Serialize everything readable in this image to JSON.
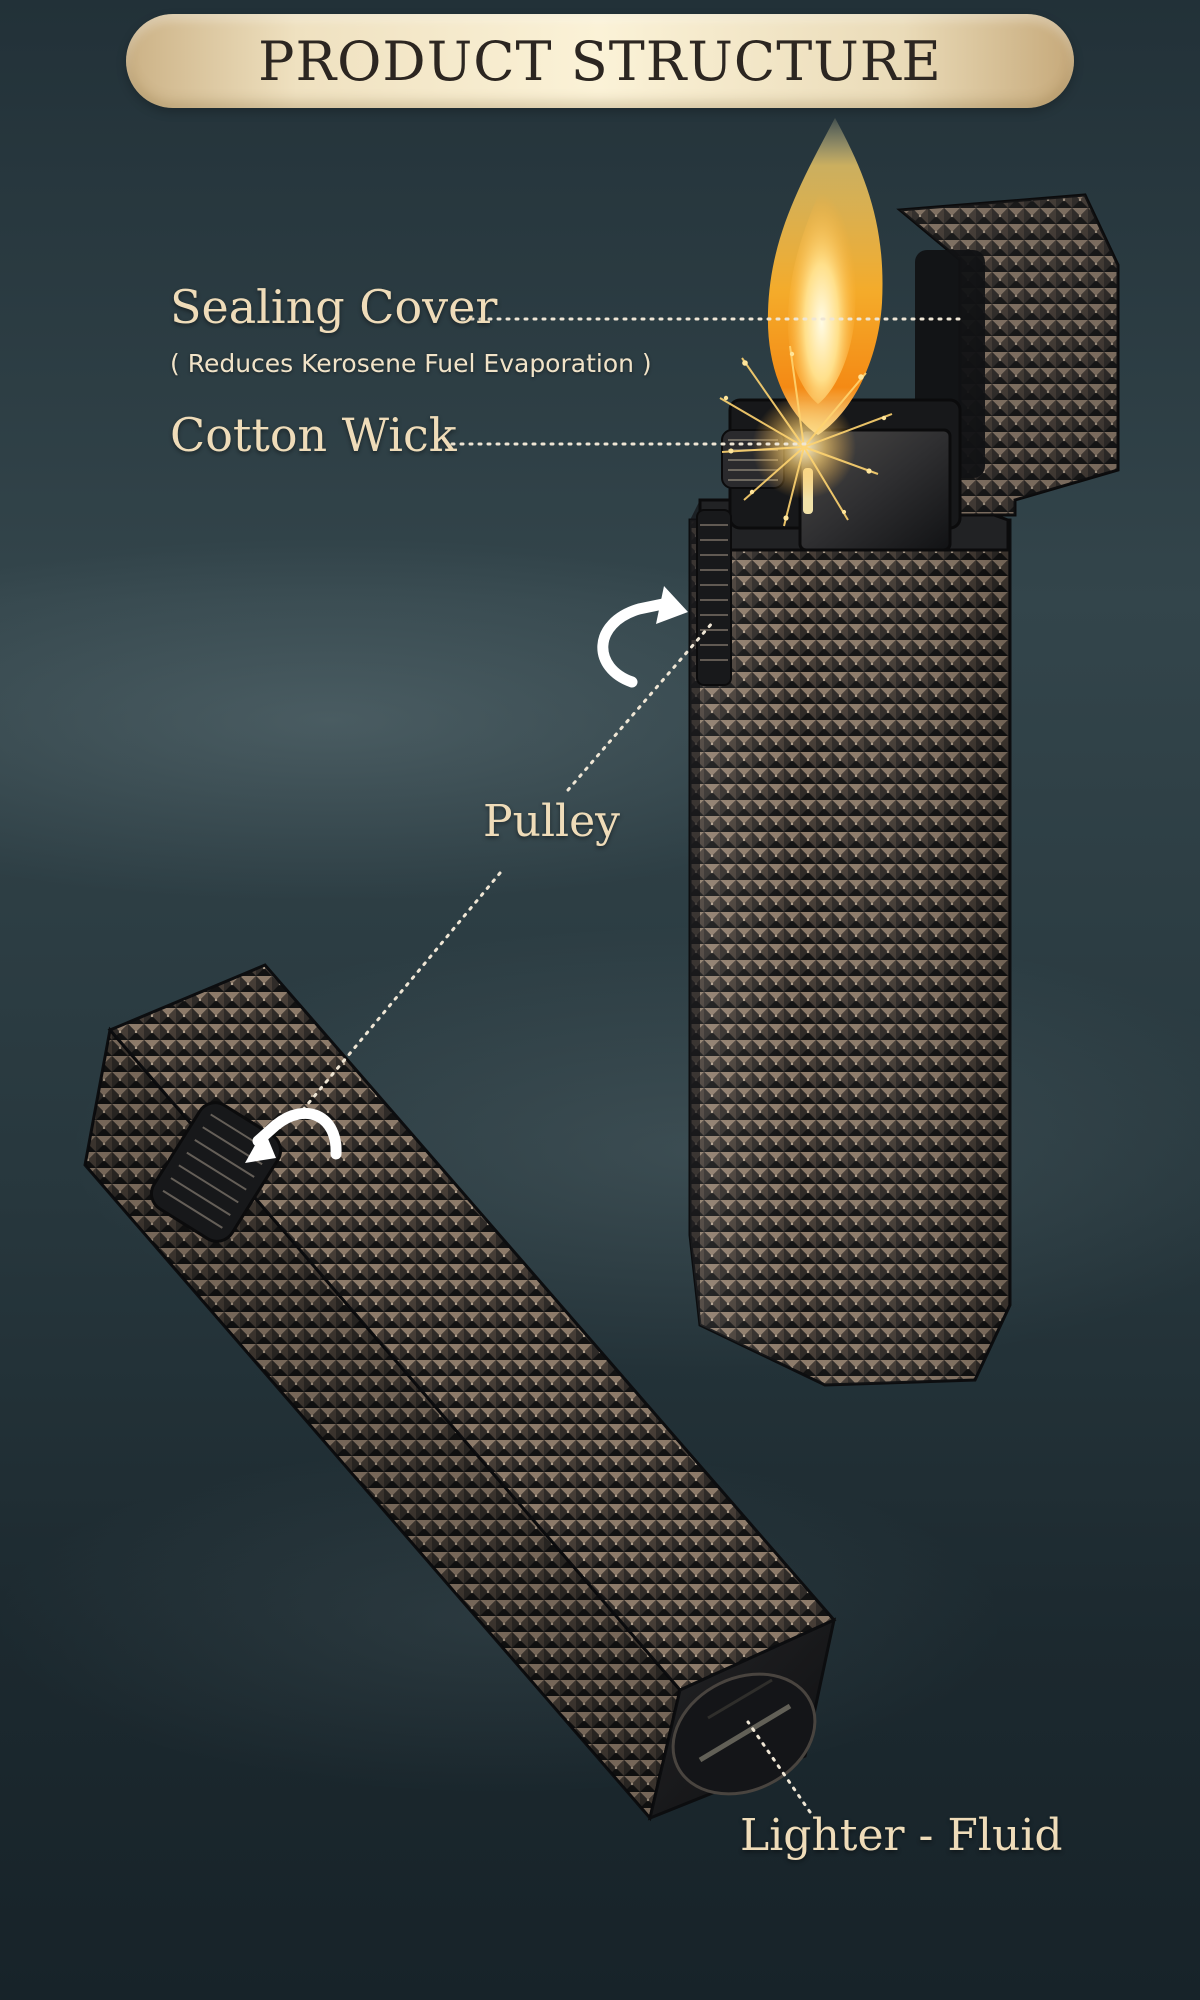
{
  "title": "PRODUCT STRUCTURE",
  "labels": {
    "sealing_cover": "Sealing Cover",
    "sealing_cover_note": "( Reduces Kerosene Fuel Evaporation )",
    "cotton_wick": "Cotton Wick",
    "pulley": "Pulley",
    "lighter_fluid": "Lighter - Fluid"
  },
  "icons": {
    "flame": "flame-icon",
    "sparks": "sparks-icon",
    "upper_arrow": "curved-arrow-icon",
    "lower_arrow": "curved-arrow-icon"
  },
  "colors": {
    "banner_gold": "#efe1c0",
    "label_text": "#efdcb9",
    "lighter_metal": "#1d1e20",
    "pattern_highlight": "#8c7a69"
  }
}
